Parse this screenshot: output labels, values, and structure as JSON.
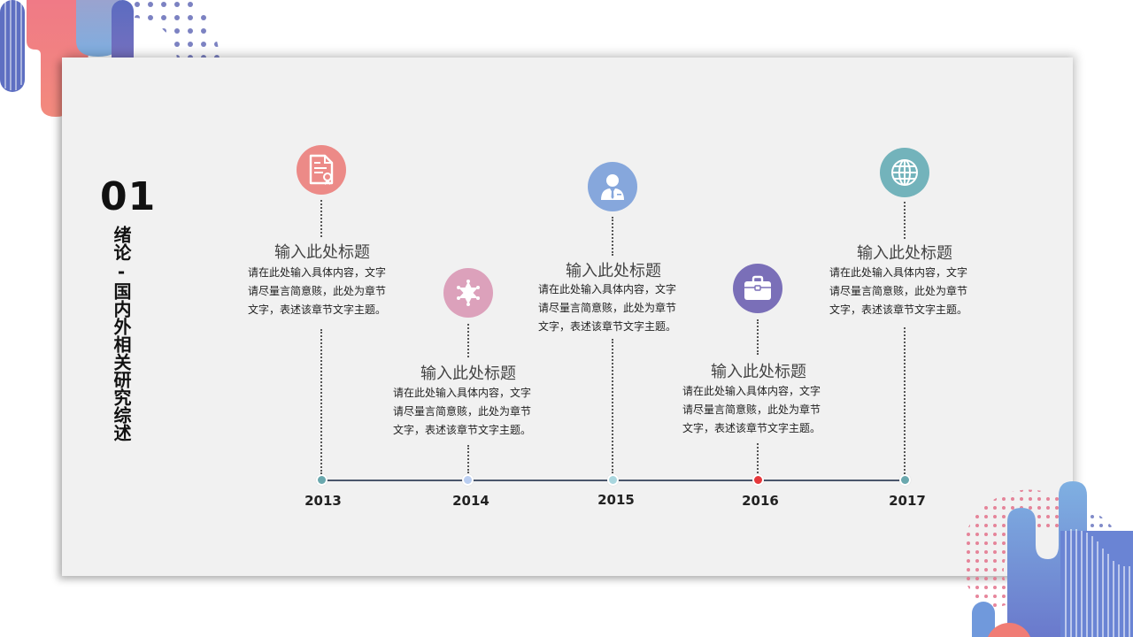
{
  "section": {
    "number": "01",
    "title": "绪论-国内外相关研究综述"
  },
  "colors": {
    "panel_bg": "#f1f1f1",
    "timeline_line": "#4a566b",
    "coral": "#ec8a87",
    "pink": "#dca1bb",
    "blue": "#86a7dc",
    "purple": "#7a6fb8",
    "teal": "#73b3bb"
  },
  "timeline": {
    "years": [
      "2013",
      "2014",
      "2015",
      "2016",
      "2017"
    ],
    "items": [
      {
        "year": "2013",
        "icon": "certificate-document-icon",
        "color": "#ec8a87",
        "dot_color": "#6aa8ae",
        "title": "输入此处标题",
        "body": [
          "请在此处输入具体内容，文字",
          "请尽量言简意赅，此处为章节",
          "文字，表述该章节文字主题。"
        ]
      },
      {
        "year": "2014",
        "icon": "sheriff-star-icon",
        "color": "#dca1bb",
        "dot_color": "#b9cdf0",
        "title": "输入此处标题",
        "body": [
          "请在此处输入具体内容，文字",
          "请尽量言简意赅，此处为章节",
          "文字，表述该章节文字主题。"
        ]
      },
      {
        "year": "2015",
        "icon": "businessman-icon",
        "color": "#86a7dc",
        "dot_color": "#a9d6de",
        "title": "输入此处标题",
        "body": [
          "请在此处输入具体内容，文字",
          "请尽量言简意赅，此处为章节",
          "文字，表述该章节文字主题。"
        ]
      },
      {
        "year": "2016",
        "icon": "briefcase-icon",
        "color": "#7a6fb8",
        "dot_color": "#e5383b",
        "title": "输入此处标题",
        "body": [
          "请在此处输入具体内容，文字",
          "请尽量言简意赅，此处为章节",
          "文字，表述该章节文字主题。"
        ]
      },
      {
        "year": "2017",
        "icon": "globe-icon",
        "color": "#73b3bb",
        "dot_color": "#6aa8ae",
        "title": "输入此处标题",
        "body": [
          "请在此处输入具体内容，文字",
          "请尽量言简意赅，此处为章节",
          "文字，表述该章节文字主题。"
        ]
      }
    ]
  }
}
